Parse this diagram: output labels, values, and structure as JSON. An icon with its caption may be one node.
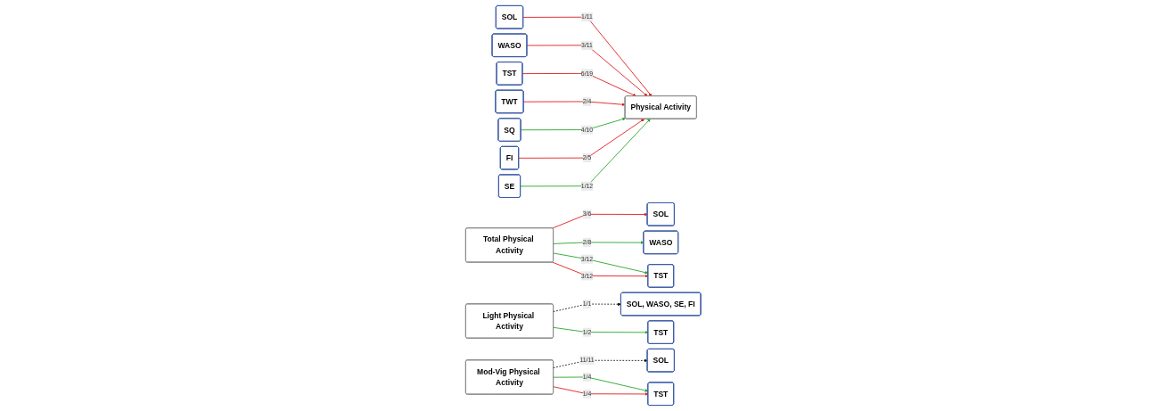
{
  "diagram": {
    "nodes": [
      {
        "text": [
          "SOL"
        ]
      },
      {
        "text": [
          "WASO"
        ]
      },
      {
        "text": [
          "TST"
        ]
      },
      {
        "text": [
          "TWT"
        ]
      },
      {
        "text": [
          "SQ"
        ]
      },
      {
        "text": [
          "FI"
        ]
      },
      {
        "text": [
          "SE"
        ]
      },
      {
        "text": [
          "Physical Activity"
        ]
      },
      {
        "text": [
          "Total Physical Activity"
        ]
      },
      {
        "text": [
          "SOL"
        ]
      },
      {
        "text": [
          "WASO"
        ]
      },
      {
        "text": [
          "TST"
        ]
      },
      {
        "text": [
          "Light Physical Activity"
        ]
      },
      {
        "text": [
          "SOL, WASO, SE, FI"
        ]
      },
      {
        "text": [
          "TST"
        ]
      },
      {
        "text": [
          "Mod-Vig Physical Activity"
        ]
      },
      {
        "text": [
          "SOL"
        ]
      },
      {
        "text": [
          "TST"
        ]
      }
    ],
    "edges": [
      {
        "from": 0,
        "to": 7,
        "arrow": "to",
        "label": "1/11",
        "color": "#e01010"
      },
      {
        "from": 1,
        "to": 7,
        "arrow": "to",
        "label": "3/11",
        "color": "#e01010"
      },
      {
        "from": 2,
        "to": 7,
        "arrow": "to",
        "label": "6/19",
        "color": "#e01010"
      },
      {
        "from": 3,
        "to": 7,
        "arrow": "to",
        "label": "2/4",
        "color": "#e01010"
      },
      {
        "from": 4,
        "to": 7,
        "arrow": "to",
        "label": "4/10",
        "color": "#1ea01e"
      },
      {
        "from": 5,
        "to": 7,
        "arrow": "to",
        "label": "2/5",
        "color": "#e01010"
      },
      {
        "from": 6,
        "to": 7,
        "arrow": "to",
        "label": "1/12",
        "color": "#1ea01e"
      },
      {
        "from": 8,
        "to": 9,
        "arrow": "to",
        "label": "3/6",
        "color": "#e01010"
      },
      {
        "from": 8,
        "to": 10,
        "arrow": "to",
        "label": "2/8",
        "color": "#1ea01e"
      },
      {
        "from": 8,
        "to": 11,
        "arrow": "to",
        "label": "3/12",
        "color": "#1ea01e"
      },
      {
        "from": 8,
        "to": 11,
        "arrow": "to",
        "label": "3/12",
        "color": "#e01010"
      },
      {
        "from": 12,
        "to": 13,
        "arrow": "to",
        "label": "1/1",
        "style": "dashed",
        "color": "#000000"
      },
      {
        "from": 12,
        "to": 14,
        "arrow": "to",
        "label": "1/2",
        "color": "#1ea01e"
      },
      {
        "from": 15,
        "to": 16,
        "arrow": "to",
        "label": "11/11",
        "style": "dashed",
        "color": "#000000"
      },
      {
        "from": 15,
        "to": 17,
        "arrow": "to",
        "label": "1/4",
        "color": "#1ea01e"
      },
      {
        "from": 15,
        "to": 17,
        "arrow": "to",
        "label": "1/4",
        "color": "#e01010"
      }
    ]
  }
}
